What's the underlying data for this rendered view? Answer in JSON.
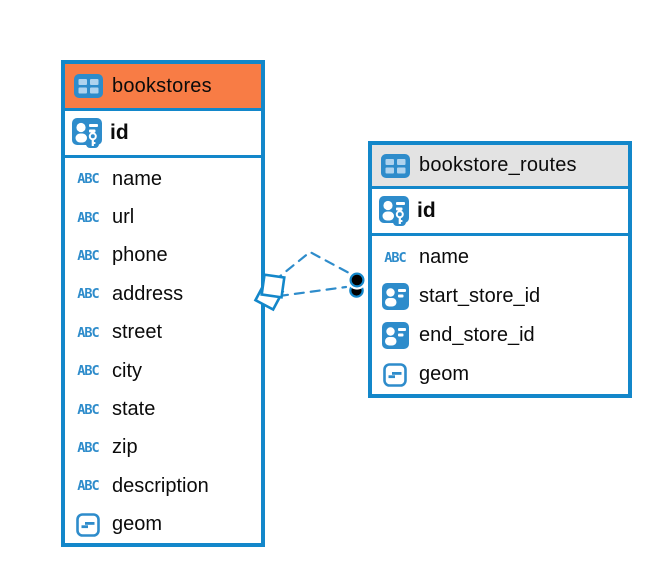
{
  "colors": {
    "accent_blue": "#1387CA",
    "icon_blue": "#2E8CCB",
    "bookstores_header_orange": "#F87C45",
    "routes_header_gray": "#E3E3E3",
    "connector_dash_blue": "#2E8CCB",
    "text": "#0b0b0b"
  },
  "icons": {
    "text_type_glyph": "ABC"
  },
  "tables": [
    {
      "name": "bookstores",
      "primary_key": {
        "name": "id",
        "type": "primary-key"
      },
      "columns": [
        {
          "name": "name",
          "type": "text"
        },
        {
          "name": "url",
          "type": "text"
        },
        {
          "name": "phone",
          "type": "text"
        },
        {
          "name": "address",
          "type": "text"
        },
        {
          "name": "street",
          "type": "text"
        },
        {
          "name": "city",
          "type": "text"
        },
        {
          "name": "state",
          "type": "text"
        },
        {
          "name": "zip",
          "type": "text"
        },
        {
          "name": "description",
          "type": "text"
        },
        {
          "name": "geom",
          "type": "geometry"
        }
      ]
    },
    {
      "name": "bookstore_routes",
      "primary_key": {
        "name": "id",
        "type": "primary-key"
      },
      "columns": [
        {
          "name": "name",
          "type": "text"
        },
        {
          "name": "start_store_id",
          "type": "foreign-key"
        },
        {
          "name": "end_store_id",
          "type": "foreign-key"
        },
        {
          "name": "geom",
          "type": "geometry"
        }
      ]
    }
  ],
  "relationships": [
    {
      "from_table": "bookstores",
      "to_table": "bookstore_routes",
      "line_style": "dashed",
      "left_marker": "diamond",
      "right_marker": "filled-circle"
    },
    {
      "from_table": "bookstores",
      "to_table": "bookstore_routes",
      "line_style": "dashed",
      "left_marker": "diamond",
      "right_marker": "filled-circle"
    }
  ]
}
